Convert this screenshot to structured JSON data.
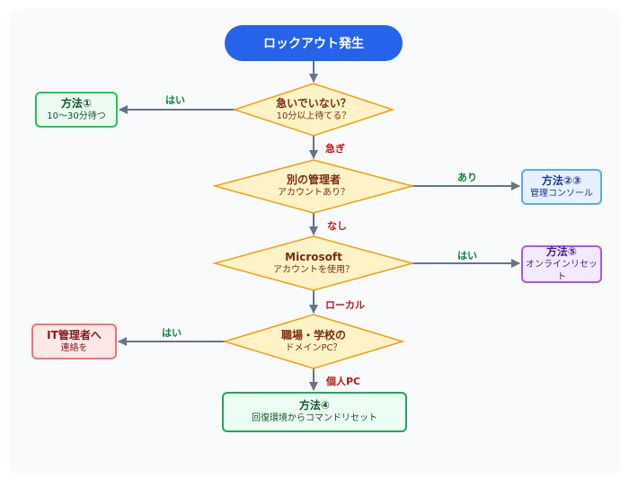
{
  "start": "ロックアウト発生",
  "decisions": [
    {
      "line1": "急いでいない？",
      "line2": "10分以上待てる？"
    },
    {
      "line1": "別の管理者",
      "line2": "アカウントあり？"
    },
    {
      "line1": "Microsoft",
      "line2": "アカウントを使用？"
    },
    {
      "line1": "職場・学校の",
      "line2": "ドメインPC？"
    }
  ],
  "outcomes": {
    "method1": {
      "title": "方法①",
      "sub": "10〜30分待つ"
    },
    "method23": {
      "title": "方法②③",
      "sub": "管理コンソール"
    },
    "method5": {
      "title": "方法⑤",
      "sub": "オンラインリセット"
    },
    "it_admin": {
      "title": "IT管理者へ",
      "sub": "連絡を"
    },
    "method4": {
      "title": "方法④",
      "sub": "回復環境からコマンドリセット"
    }
  },
  "edges": {
    "d1_yes": "はい",
    "d1_no": "急ぎ",
    "d2_yes": "あり",
    "d2_no": "なし",
    "d3_yes": "はい",
    "d3_no": "ローカル",
    "d4_yes": "はい",
    "d4_no": "個人PC"
  },
  "colors": {
    "start": "#2563eb",
    "decision_fill": "#fef3c7",
    "decision_stroke": "#f59e0b",
    "arrow": "#64748b",
    "yes_label": "#15803d",
    "no_label": "#b91c1c"
  }
}
